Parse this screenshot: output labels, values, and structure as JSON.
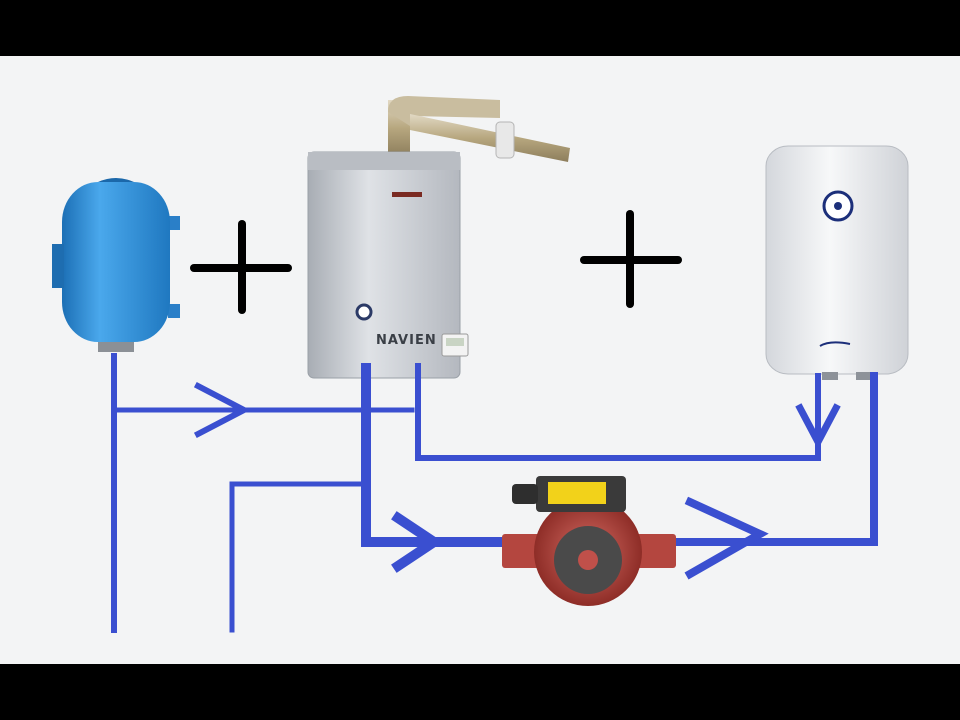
{
  "diagram": {
    "boiler_brand": "NAVIEN",
    "colors": {
      "pipe": "#3a4fd0",
      "plus": "#000000",
      "tank_blue": "#2f8fd6",
      "boiler_silver": "#c8ccd2",
      "heater_white": "#e9ebee",
      "pump_red": "#c0504a",
      "pump_label": "#f2d21a",
      "background": "#f3f4f5",
      "letterbox": "#000000"
    },
    "components": [
      {
        "id": "expansion-tank",
        "icon": "blue-tank-icon"
      },
      {
        "id": "gas-boiler",
        "icon": "wall-boiler-icon"
      },
      {
        "id": "water-heater",
        "icon": "water-heater-icon"
      },
      {
        "id": "circulation-pump",
        "icon": "pump-icon"
      },
      {
        "id": "plus-sign-1",
        "icon": "plus-icon"
      },
      {
        "id": "plus-sign-2",
        "icon": "plus-icon"
      }
    ]
  }
}
